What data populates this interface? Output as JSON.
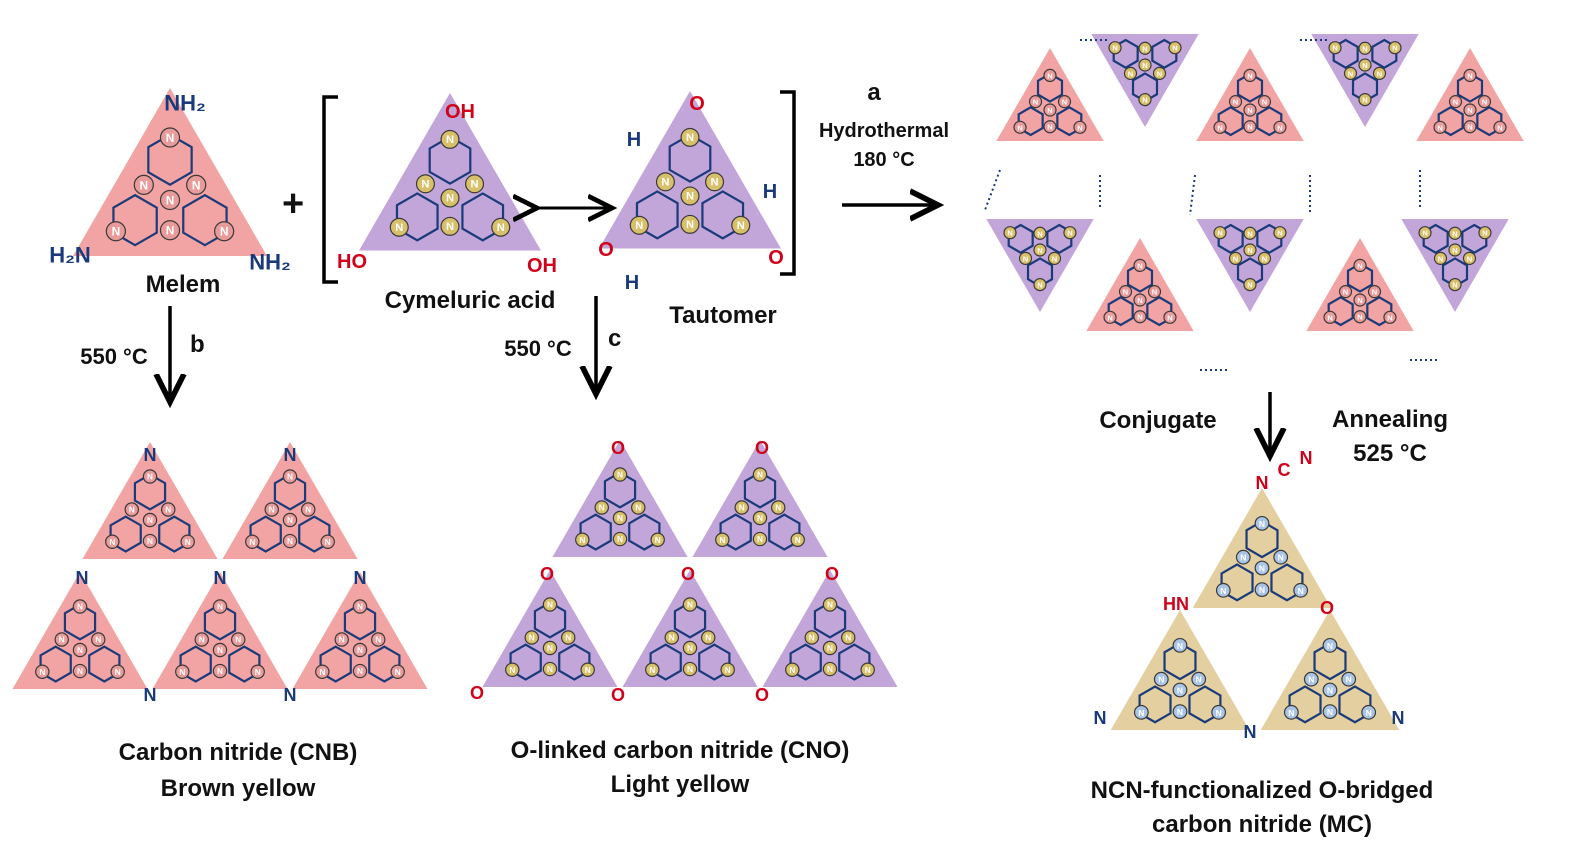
{
  "colors": {
    "melem_fill": "#f2a3a3",
    "cya_fill": "#c2a5d9",
    "mc_fill": "#e3cfa0",
    "n_melem": "#e99a9a",
    "n_cya": "#d8c06a",
    "n_mc": "#a9c4e4",
    "bond": "#1a3a7a",
    "oxygen": "#d0021b"
  },
  "melem": {
    "name": "Melem",
    "nh2_top": "NH₂",
    "nh2_left": "H₂N",
    "nh2_right": "NH₂",
    "atom_n": "N"
  },
  "plus": "+",
  "cyameluric": {
    "name": "Cymeluric acid",
    "oh_top": "OH",
    "oh_left": "HO",
    "oh_right": "OH"
  },
  "tautomer": {
    "name": "Tautomer",
    "o": "O",
    "h": "H"
  },
  "steps": {
    "a_letter": "a",
    "a_line1": "Hydrothermal",
    "a_line2": "180 °C",
    "b_letter": "b",
    "b_temp": "550 °C",
    "c_letter": "c",
    "c_temp": "550 °C",
    "anneal_line1": "Annealing",
    "anneal_line2": "525 °C"
  },
  "conjugate": {
    "name": "Conjugate"
  },
  "cnb": {
    "line1": "Carbon nitride (CNB)",
    "line2": "Brown yellow",
    "n_label": "N"
  },
  "cno": {
    "line1": "O-linked carbon nitride (CNO)",
    "line2": "Light yellow",
    "o_label": "O"
  },
  "mc": {
    "line1": "NCN-functionalized O-bridged",
    "line2": "carbon nitride (MC)",
    "ncn_n1": "N",
    "ncn_c": "C",
    "ncn_n2": "N",
    "hn": "HN",
    "o": "O",
    "n": "N"
  }
}
